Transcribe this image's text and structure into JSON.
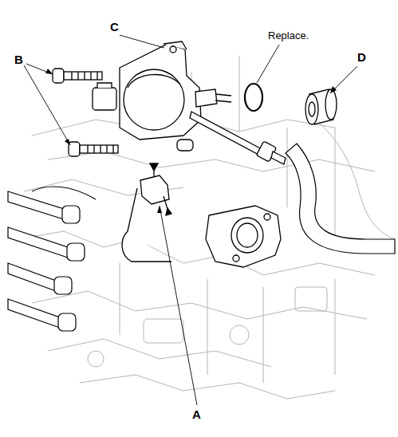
{
  "diagram": {
    "labels": [
      "C",
      "Replace.",
      "B",
      "D",
      "A"
    ]
  }
}
